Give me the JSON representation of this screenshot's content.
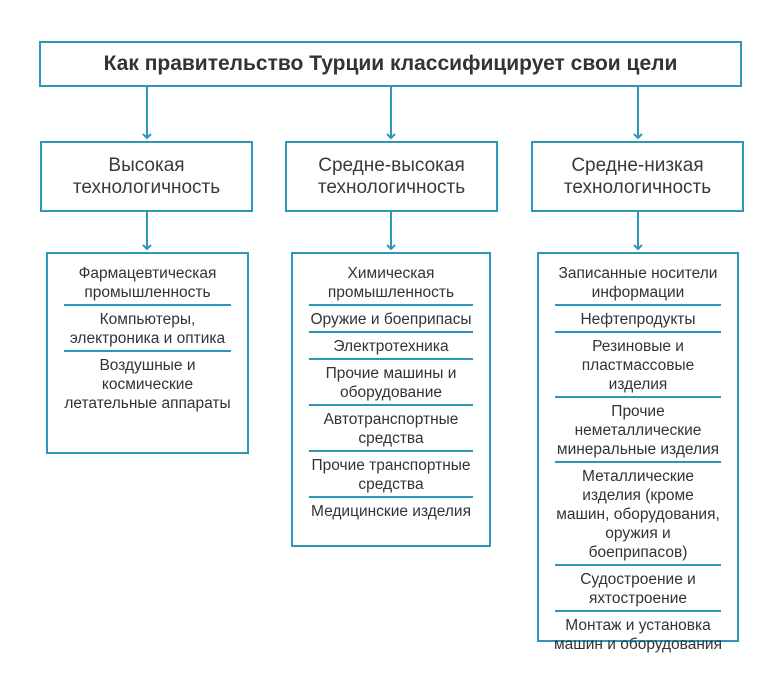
{
  "title": "Как правительство Турции классифицирует свои цели",
  "accent_color": "#2e97b8",
  "columns": [
    {
      "category": "Высокая технологичность",
      "items": [
        "Фармацевтическая промышленность",
        "Компьютеры, электроника и оптика",
        "Воздушные и космические летательные аппараты"
      ]
    },
    {
      "category": "Средне-высокая технологичность",
      "items": [
        "Химическая промышленность",
        "Оружие и боеприпасы",
        "Электротехника",
        "Прочие машины и оборудование",
        "Автотранспортные средства",
        "Прочие транспортные средства",
        "Медицинские изделия"
      ]
    },
    {
      "category": "Средне-низкая технологичность",
      "items": [
        "Записанные носители информации",
        "Нефтепродукты",
        "Резиновые и пластмассовые изделия",
        "Прочие неметаллические минеральные изделия",
        "Металлические изделия (кроме машин, оборудования, оружия и боеприпасов)",
        "Судостроение и яхтостроение",
        "Монтаж и установка машин и оборудования"
      ]
    }
  ]
}
